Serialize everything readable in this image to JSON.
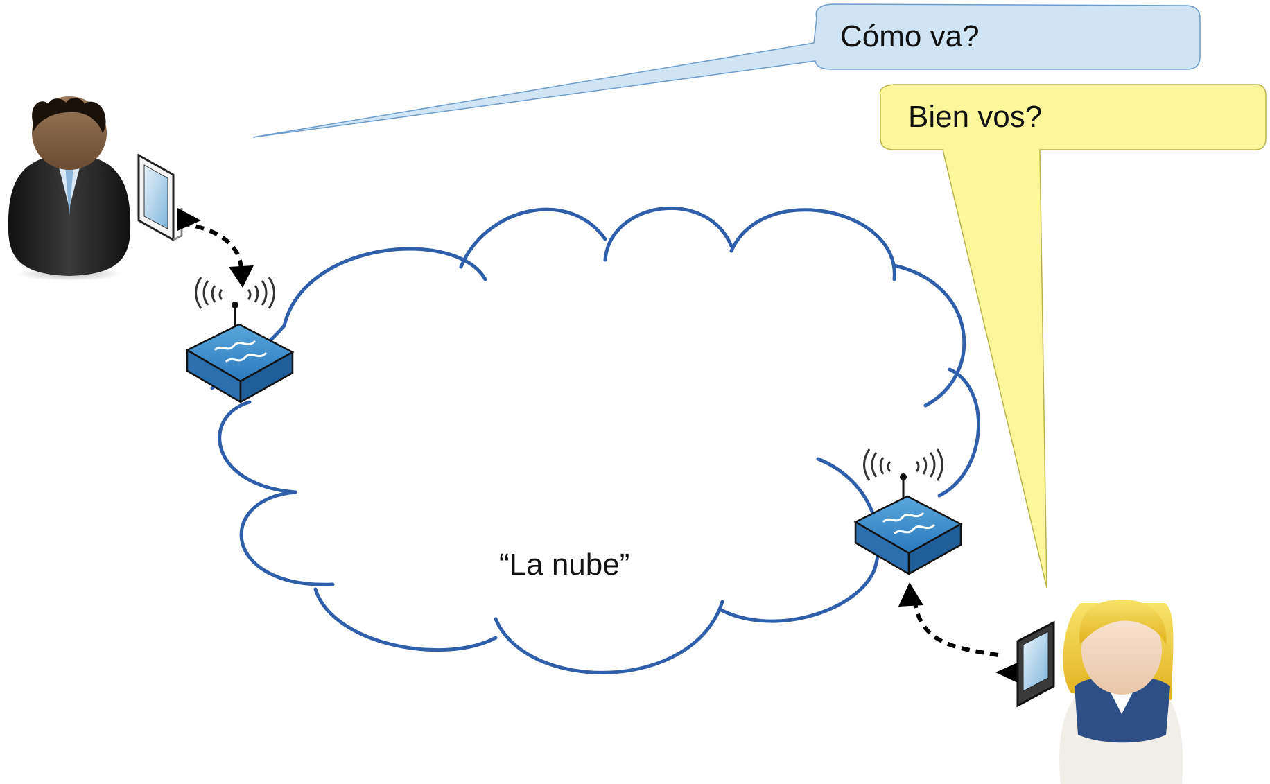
{
  "bubbles": {
    "man_text": "Cómo va?",
    "woman_text": "Bien vos?",
    "man_fill": "#cfe4f4",
    "woman_fill": "#fbf79a"
  },
  "cloud": {
    "label": "“La nube”",
    "stroke": "#2f5faa"
  },
  "icons": {
    "sender": "man-user-icon",
    "receiver": "woman-user-icon",
    "devices": [
      "tablet-icon",
      "tablet-icon"
    ],
    "access_points": [
      "wireless-router-icon",
      "wireless-router-icon"
    ]
  }
}
